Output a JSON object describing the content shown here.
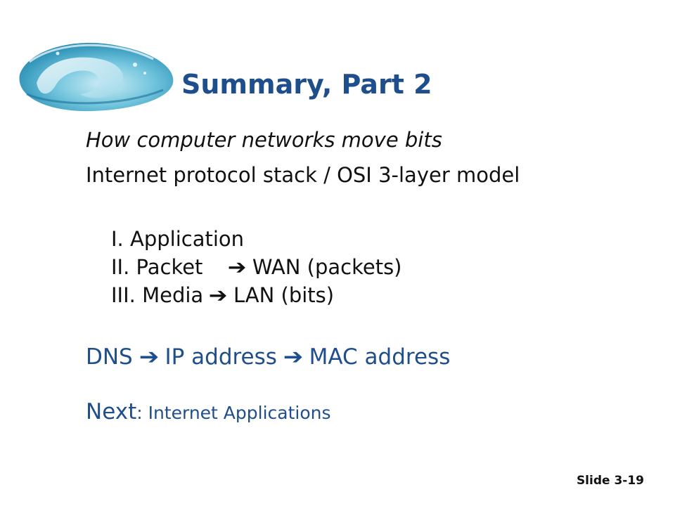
{
  "title": "Summary, Part 2",
  "lines": {
    "l1": "How computer networks move bits",
    "l2": "Internet protocol stack / OSI 3-layer model"
  },
  "layers": [
    {
      "text": "I. Application"
    },
    {
      "text": "II. Packet",
      "target": "WAN (packets)"
    },
    {
      "text": "III. Media",
      "target": "LAN (bits)"
    }
  ],
  "dns_chain": [
    "DNS",
    "IP address",
    "MAC address"
  ],
  "next": {
    "label": "Next",
    "rest": ": Internet Applications"
  },
  "arrow_glyph": "➔",
  "slide_number": "Slide  3-19",
  "colors": {
    "title": "#1f4e8c",
    "accent": "#1f4e8c",
    "text": "#111111"
  },
  "icons": {
    "logo": "wave-logo-icon"
  }
}
